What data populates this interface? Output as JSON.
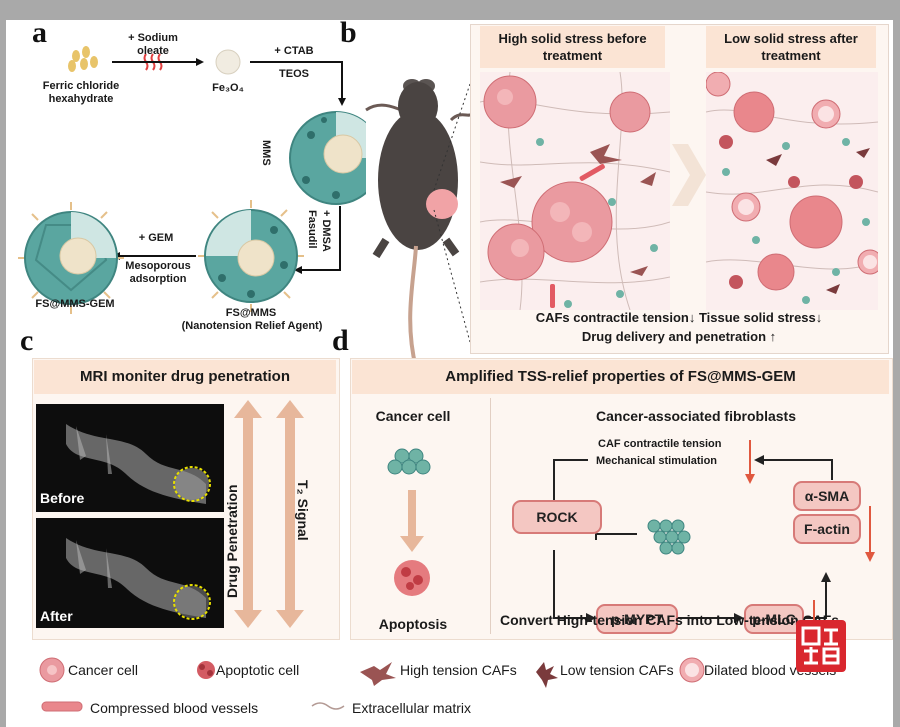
{
  "panels": {
    "a": "a",
    "b": "b",
    "c": "c",
    "d": "d"
  },
  "panel_a": {
    "start": "Ferric chloride hexahydrate",
    "step1_reagent": "+ Sodium oleate",
    "fe3o4": "Fe₃O₄",
    "step2_reagent_top": "+ CTAB",
    "step2_reagent_bottom": "TEOS",
    "mms": "MMS",
    "step3_reagent_top": "+ DMSA",
    "step3_reagent_bottom": "Fasudil",
    "fsmms": "FS@MMS",
    "fsmms_sub": "(Nanotension Relief Agent)",
    "step4_reagent_top": "+ GEM",
    "step4_reagent_bottom": "Mesoporous adsorption",
    "final": "FS@MMS-GEM"
  },
  "panel_b": {
    "left_title": "High solid stress before treatment",
    "right_title": "Low solid stress after treatment",
    "caption1": "CAFs contractile tension↓   Tissue solid stress↓",
    "caption2": "Drug delivery and penetration ↑"
  },
  "panel_c": {
    "title": "MRI moniter drug penetration",
    "before": "Before",
    "after": "After",
    "axis1": "Drug Penetration",
    "axis2": "T₂ Signal"
  },
  "panel_d": {
    "title": "Amplified TSS-relief properties of FS@MMS-GEM",
    "cancer_cell": "Cancer cell",
    "apoptosis": "Apoptosis",
    "caf_title": "Cancer-associated fibroblasts",
    "caf_tension": "CAF contractile tension",
    "mech_stim": "Mechanical stimulation",
    "rock": "ROCK",
    "asma": "α-SMA",
    "factin": "F-actin",
    "pmypt": "p-MYPT",
    "pmlc": "p-MLC",
    "convert": "Convert High-tension CAFs into Low-tension CAFs"
  },
  "legend": {
    "cancer_cell": "Cancer cell",
    "apoptotic_cell": "Apoptotic cell",
    "high_caf": "High tension CAFs",
    "low_caf": "Low tension CAFs",
    "dilated": "Dilated blood vessels",
    "compressed": "Compressed blood vessels",
    "ecm": "Extracellular matrix"
  },
  "watermark": "山大融媒",
  "colors": {
    "teal": "#5aa6a0",
    "pink": "#e9878c",
    "band": "#fbe4d4",
    "arrow_red": "#e0583f",
    "pill_border": "#d77a78"
  }
}
